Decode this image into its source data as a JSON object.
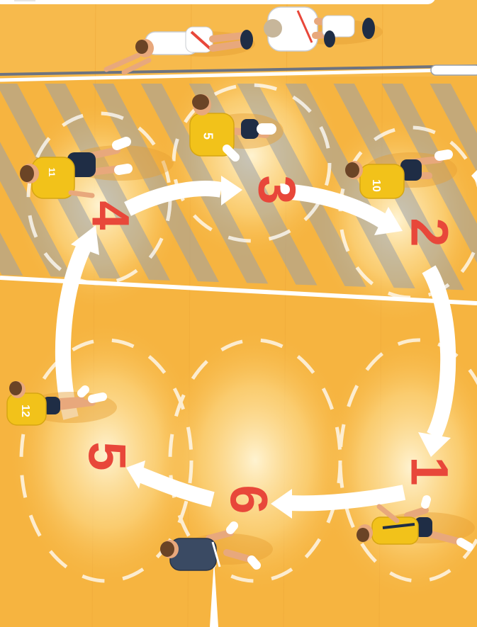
{
  "diagram": {
    "positions": [
      {
        "id": 1,
        "label": "1"
      },
      {
        "id": 2,
        "label": "2"
      },
      {
        "id": 3,
        "label": "3"
      },
      {
        "id": 4,
        "label": "4"
      },
      {
        "id": 5,
        "label": "5"
      },
      {
        "id": 6,
        "label": "6"
      }
    ],
    "rotation_direction": "clockwise",
    "jersey_numbers": [
      "11",
      "5",
      "10",
      "12"
    ],
    "colors": {
      "court": "#f6b440",
      "court_light": "#fde3a0",
      "line": "#ffffff",
      "number": "#e8473a",
      "team_jersey": "#f2c21a",
      "team_shorts": "#1f2d45",
      "libero_jersey": "#3a4a63",
      "opponent_jersey": "#ffffff",
      "opponent_accent": "#e8473a",
      "skin": "#e8a87c",
      "hair": "#6b4426"
    }
  }
}
